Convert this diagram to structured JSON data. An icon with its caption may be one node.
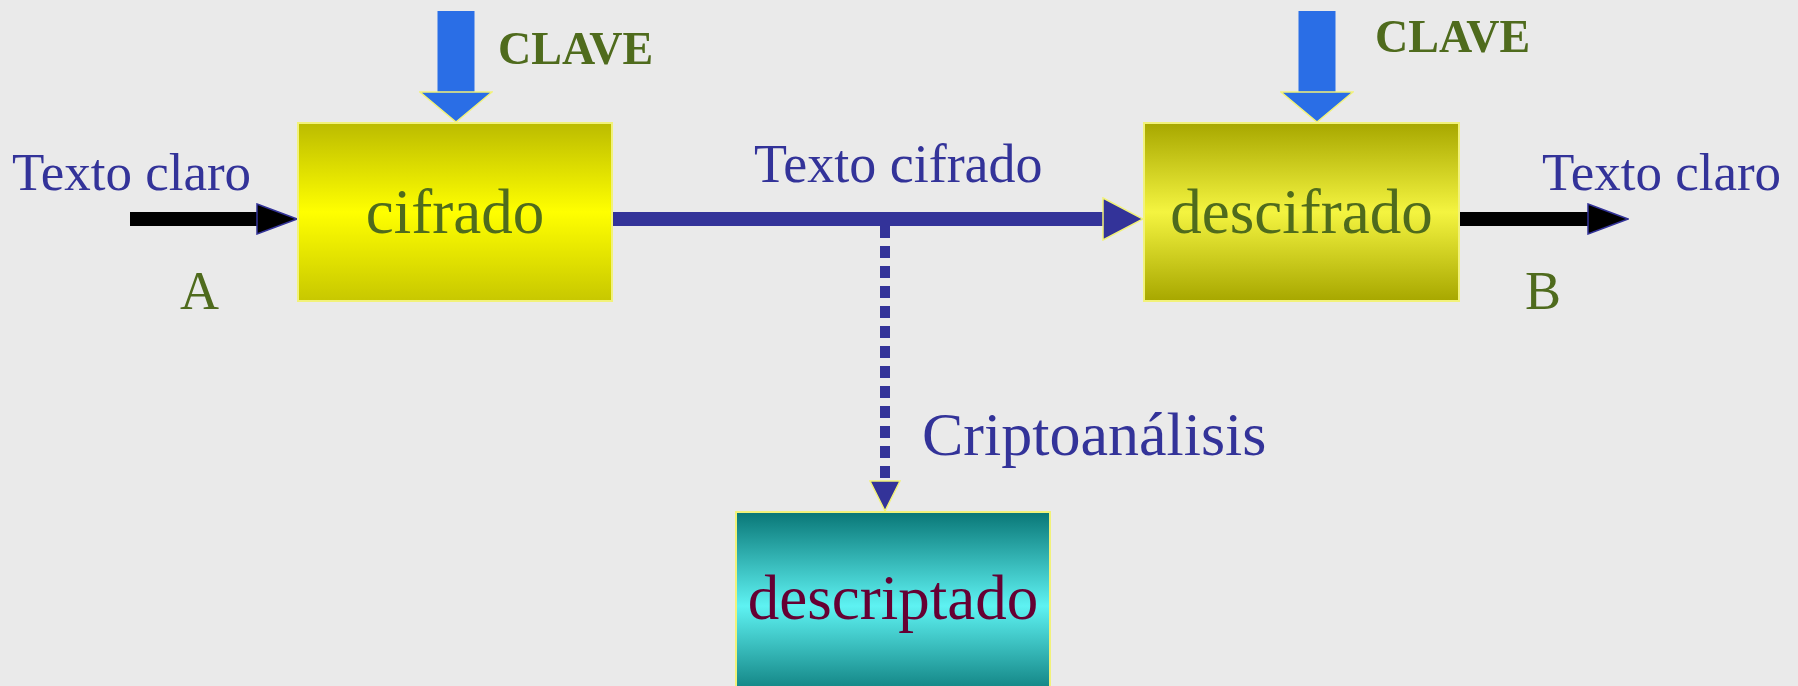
{
  "diagram": {
    "nodes": [
      {
        "text": [
          "cifrado"
        ]
      },
      {
        "text": [
          "descifrado"
        ]
      },
      {
        "text": [
          "descriptado"
        ]
      }
    ],
    "edges": [
      {
        "from": null,
        "to": 0,
        "arrow": "to",
        "label": "Texto claro",
        "color": "#000000"
      },
      {
        "from": null,
        "to": 0,
        "arrow": "to",
        "label": "CLAVE",
        "style": "thick",
        "color": "#2a6ee6"
      },
      {
        "from": 0,
        "to": 1,
        "arrow": "to",
        "label": "Texto cifrado",
        "color": "#333399"
      },
      {
        "from": null,
        "to": 1,
        "arrow": "to",
        "label": "CLAVE",
        "style": "thick",
        "color": "#2a6ee6"
      },
      {
        "from": 1,
        "to": null,
        "arrow": "to",
        "label": "Texto claro",
        "color": "#000000"
      },
      {
        "from": null,
        "to": 2,
        "arrow": "to",
        "label": "Criptoanálisis",
        "style": "dashed",
        "color": "#333399"
      }
    ],
    "labels": [
      "A",
      "B"
    ]
  }
}
